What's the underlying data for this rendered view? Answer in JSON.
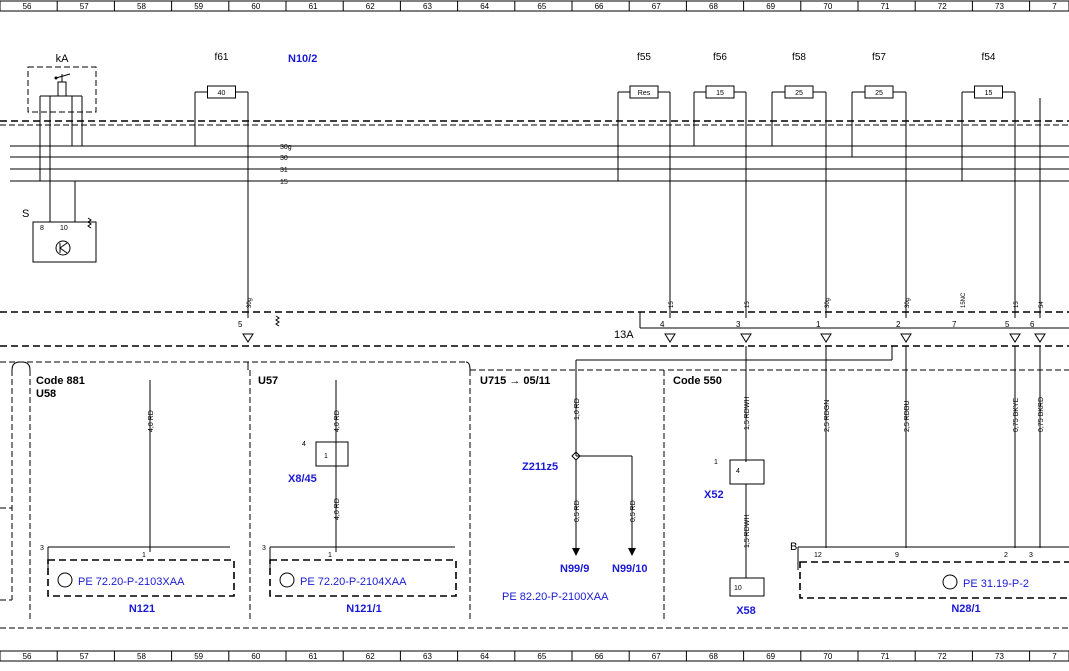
{
  "ruler": {
    "top_numbers": [
      "56",
      "57",
      "58",
      "59",
      "60",
      "61",
      "62",
      "63",
      "64",
      "65",
      "66",
      "67",
      "68",
      "69",
      "70",
      "71",
      "72",
      "73",
      "7"
    ],
    "bottom_numbers": [
      "56",
      "57",
      "58",
      "59",
      "60",
      "61",
      "62",
      "63",
      "64",
      "65",
      "66",
      "67",
      "68",
      "69",
      "70",
      "71",
      "72",
      "73",
      "7"
    ]
  },
  "fuses": [
    {
      "name": "f61",
      "rating": "40"
    },
    {
      "name": "f55",
      "rating": "Res"
    },
    {
      "name": "f56",
      "rating": "15"
    },
    {
      "name": "f58",
      "rating": "25"
    },
    {
      "name": "f57",
      "rating": "25"
    },
    {
      "name": "f54",
      "rating": "15"
    }
  ],
  "header_labels": {
    "ka": "kA",
    "n10_2": "N10/2",
    "s": "S",
    "s_pin8": "8",
    "s_pin10": "10"
  },
  "bus_lines": [
    "30g",
    "30",
    "31",
    "15"
  ],
  "connector": {
    "name": "13A",
    "pins": [
      {
        "num": "5",
        "sig": "30g"
      },
      {
        "num": "4",
        "sig": "15"
      },
      {
        "num": "3",
        "sig": "15"
      },
      {
        "num": "1",
        "sig": "30g"
      },
      {
        "num": "2",
        "sig": "30g"
      },
      {
        "num": "7",
        "sig": "15NC"
      },
      {
        "num": "5",
        "sig": "15"
      },
      {
        "num": "6",
        "sig": "54"
      }
    ]
  },
  "modules": [
    {
      "code": "Code 881",
      "sub": "U58",
      "wire": "4,0 RD",
      "pin_top": "3",
      "pin_conn": "1",
      "ref": "PE 72.20-P-2103XAA",
      "name": "N121"
    },
    {
      "code": "U57",
      "wire": "4,0 RD",
      "conn_label": "X8/45",
      "conn_pin_a": "4",
      "conn_pin_b": "1",
      "wire2": "4,0 RD",
      "pin_top": "3",
      "pin_conn": "1",
      "ref": "PE 72.20-P-2104XAA",
      "name": "N121/1"
    },
    {
      "code": "U715 → 05/11",
      "wire": "1,0 RD",
      "splice": "Z211z5",
      "wire_a": "0,5 RD",
      "wire_b": "0,5 RD",
      "out_a": "N99/9",
      "out_b": "N99/10",
      "ref": "PE 82.20-P-2100XAA"
    },
    {
      "code": "Code 550",
      "wire": "1,5 RDWH",
      "conn_label": "X52",
      "conn_pin_a": "1",
      "conn_pin_b": "4",
      "wire2": "1,5 RDWH",
      "x58_pin": "10",
      "name": "X58"
    }
  ],
  "right_wires": [
    "2,5 RDGN",
    "2,5 RDBU",
    "0,75 BKYE",
    "0,75 BKRD"
  ],
  "n28": {
    "pin_b": "B",
    "pins": [
      "12",
      "9",
      "2",
      "3"
    ],
    "ref": "PE 31.19-P-2",
    "name": "N28/1"
  }
}
